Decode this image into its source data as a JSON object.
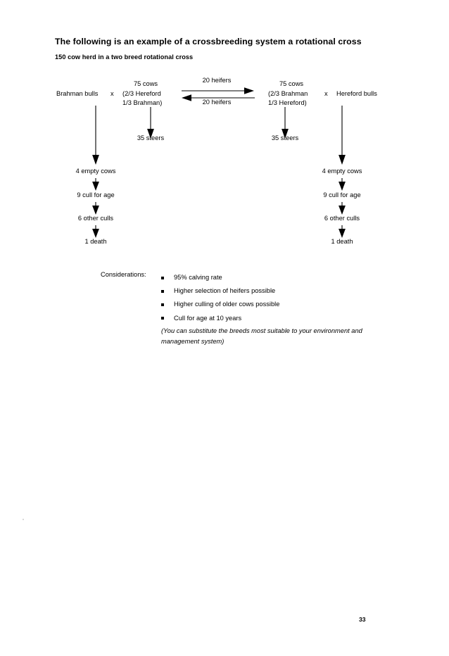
{
  "document": {
    "title": "The following is an example of a crossbreeding system a rotational cross",
    "subtitle": "150 cow herd in a two breed rotational cross",
    "page_number": "33"
  },
  "diagram": {
    "left_branch": {
      "sire_label": "Brahman bulls",
      "cross_symbol": "x",
      "dam_count": "75 cows",
      "dam_composition_line1": "(2/3 Hereford",
      "dam_composition_line2": "1/3 Brahman)",
      "offspring": "35 steers",
      "culling_chain": [
        "4 empty cows",
        "9 cull for age",
        "6 other culls",
        "1 death"
      ]
    },
    "right_branch": {
      "dam_count": "75 cows",
      "dam_composition_line1": "(2/3 Brahman",
      "dam_composition_line2": "1/3 Hereford)",
      "cross_symbol": "x",
      "sire_label": "Hereford bulls",
      "offspring": "35 steers",
      "culling_chain": [
        "4 empty cows",
        "9 cull for age",
        "6 other culls",
        "1 death"
      ]
    },
    "transfers": {
      "rightward_label": "20 heifers",
      "leftward_label": "20 heifers"
    }
  },
  "considerations": {
    "label": "Considerations:",
    "items": [
      "95% calving rate",
      "Higher selection of heifers possible",
      "Higher culling of older cows possible",
      "Cull for age at 10 years"
    ],
    "note": "(You can substitute the breeds most suitable to your environment and management system)"
  }
}
